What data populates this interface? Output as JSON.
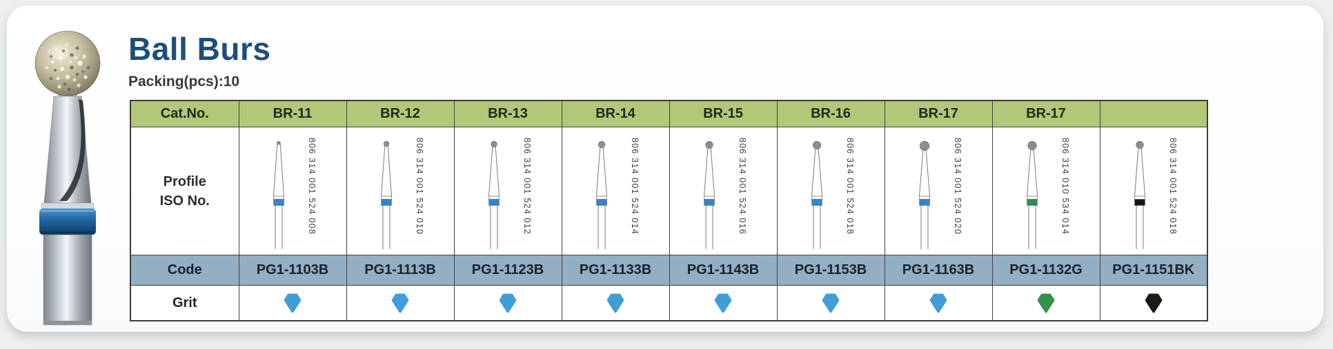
{
  "header": {
    "title": "Ball Burs",
    "packing": "Packing(pcs):10"
  },
  "table": {
    "labels": {
      "cat_no": "Cat.No.",
      "profile_line1": "Profile",
      "profile_line2": "ISO No.",
      "code": "Code",
      "grit": "Grit"
    },
    "columns": [
      {
        "cat_no": "BR-11",
        "iso_no": "806 314 001 524 008",
        "code": "PG1-1103B",
        "grit": "blue",
        "grit_hex": "#3f9ed9",
        "band_hex": "#3584c9",
        "ball_r": 2.5
      },
      {
        "cat_no": "BR-12",
        "iso_no": "806 314 001 524 010",
        "code": "PG1-1113B",
        "grit": "blue",
        "grit_hex": "#3f9ed9",
        "band_hex": "#3584c9",
        "ball_r": 4
      },
      {
        "cat_no": "BR-13",
        "iso_no": "806 314 001 524 012",
        "code": "PG1-1123B",
        "grit": "blue",
        "grit_hex": "#3f9ed9",
        "band_hex": "#3584c9",
        "ball_r": 4.5
      },
      {
        "cat_no": "BR-14",
        "iso_no": "806 314 001 524 014",
        "code": "PG1-1133B",
        "grit": "blue",
        "grit_hex": "#3f9ed9",
        "band_hex": "#3584c9",
        "ball_r": 5
      },
      {
        "cat_no": "BR-15",
        "iso_no": "806 314 001 524 016",
        "code": "PG1-1143B",
        "grit": "blue",
        "grit_hex": "#3f9ed9",
        "band_hex": "#3584c9",
        "ball_r": 5.5
      },
      {
        "cat_no": "BR-16",
        "iso_no": "806 314 001 524 018",
        "code": "PG1-1153B",
        "grit": "blue",
        "grit_hex": "#3f9ed9",
        "band_hex": "#3584c9",
        "ball_r": 6
      },
      {
        "cat_no": "BR-17",
        "iso_no": "806 314 001 524 020",
        "code": "PG1-1163B",
        "grit": "blue",
        "grit_hex": "#3f9ed9",
        "band_hex": "#3584c9",
        "ball_r": 7
      },
      {
        "cat_no": "BR-17",
        "iso_no": "806 314 010 534 014",
        "code": "PG1-1132G",
        "grit": "green",
        "grit_hex": "#34914e",
        "band_hex": "#2f8f4e",
        "ball_r": 6.5
      },
      {
        "cat_no": "",
        "iso_no": "806 314 001 524 018",
        "code": "PG1-1151BK",
        "grit": "black",
        "grit_hex": "#1e1813",
        "band_hex": "#151515",
        "ball_r": 5.5
      }
    ]
  },
  "colors": {
    "title": "#1d4e7b",
    "header_row_green": "#b2c878",
    "code_row_blue": "#93afc3",
    "grit_blue": "#3f9ed9",
    "grit_green": "#34914e",
    "grit_black": "#1e1813"
  }
}
